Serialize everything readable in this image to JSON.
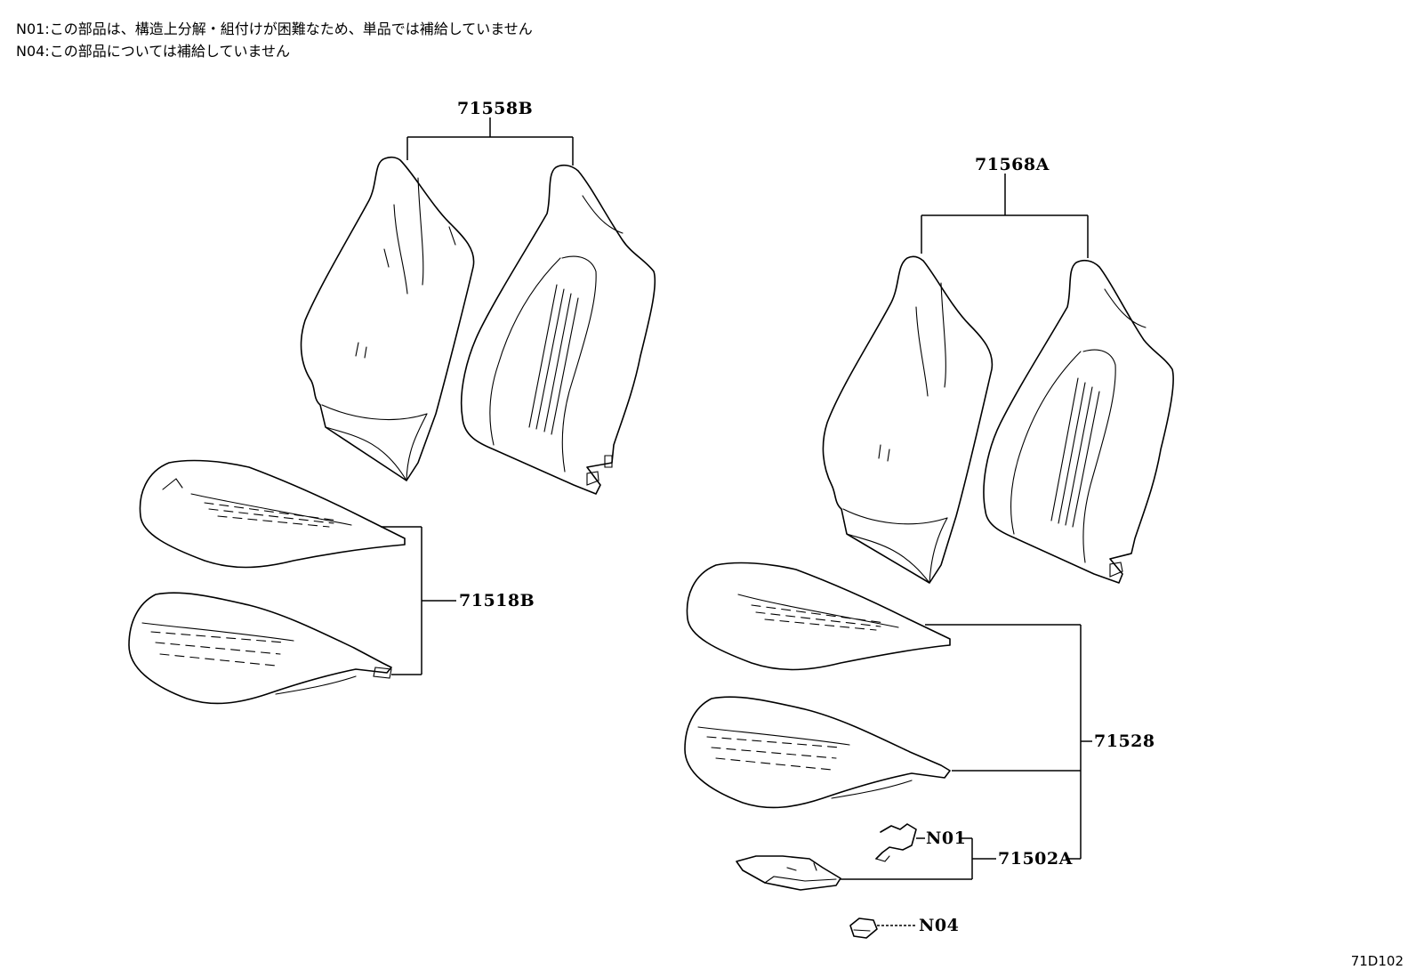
{
  "notes": [
    "N01:この部品は、構造上分解・組付けが困難なため、単品では補給していません",
    "N04:この部品については補給していません"
  ],
  "parts": {
    "p71558B": "71558B",
    "p71568A": "71568A",
    "p71518B": "71518B",
    "p71528": "71528",
    "pN01": "N01",
    "p71502A": "71502A",
    "pN04": "N04"
  },
  "diagram_code": "71D102"
}
